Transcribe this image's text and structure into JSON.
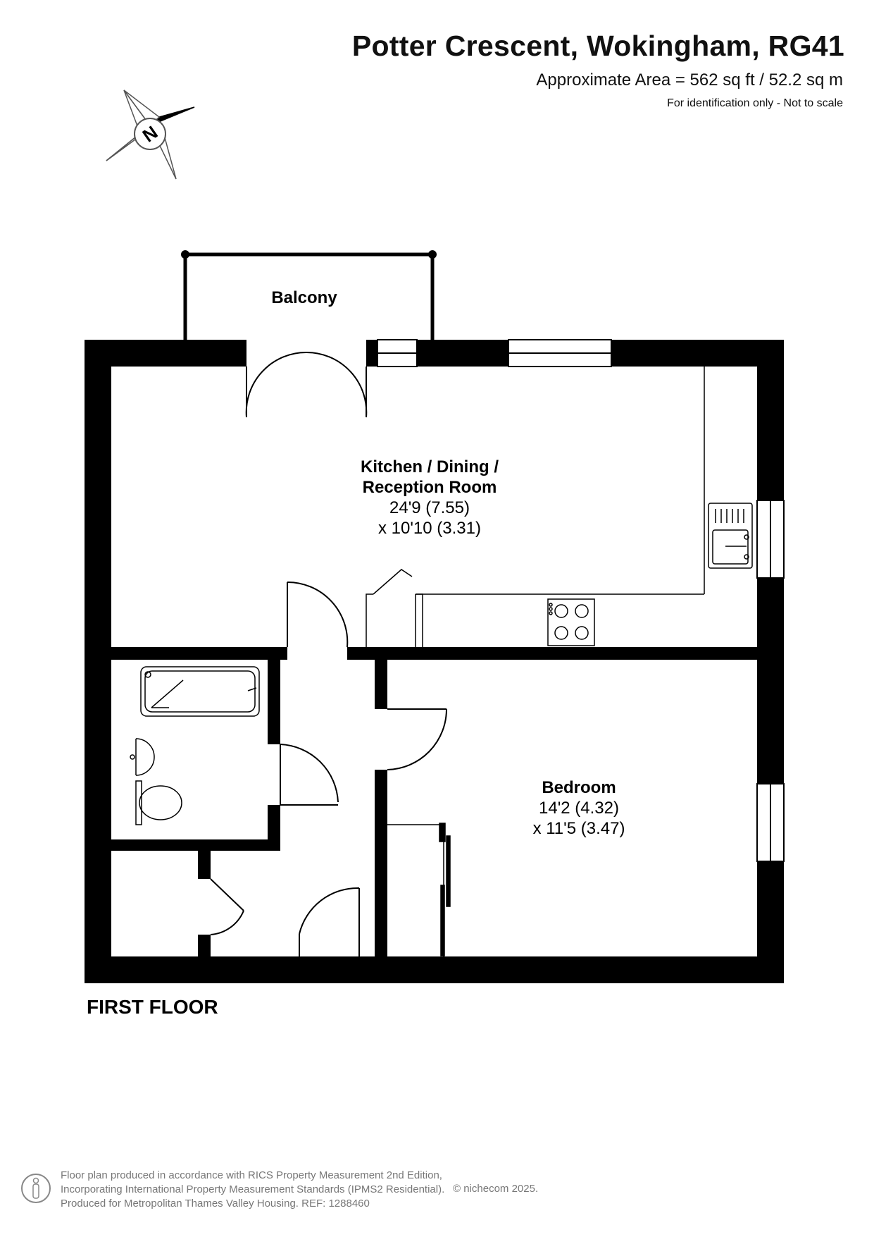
{
  "header": {
    "title": "Potter Crescent, Wokingham, RG41",
    "area": "Approximate Area = 562 sq ft / 52.2 sq m",
    "disclaimer": "For identification only - Not to scale"
  },
  "compass": {
    "letter": "N"
  },
  "rooms": {
    "balcony": {
      "name": "Balcony"
    },
    "kitchen": {
      "name_line1": "Kitchen / Dining /",
      "name_line2": "Reception Room",
      "dim1": "24'9 (7.55)",
      "dim2": "x 10'10 (3.31)"
    },
    "bedroom": {
      "name": "Bedroom",
      "dim1": "14'2 (4.32)",
      "dim2": "x 11'5 (3.47)"
    }
  },
  "floor_label": "FIRST FLOOR",
  "footer": {
    "line1": "Floor plan produced in accordance with RICS Property Measurement 2nd Edition,",
    "line2": "Incorporating International Property Measurement Standards (IPMS2 Residential).",
    "line3": "Produced for Metropolitan Thames Valley Housing.   REF:  1288460",
    "brand": "© nichecom 2025."
  },
  "colors": {
    "wall": "#000000",
    "text": "#111111",
    "footer_text": "#777777"
  }
}
